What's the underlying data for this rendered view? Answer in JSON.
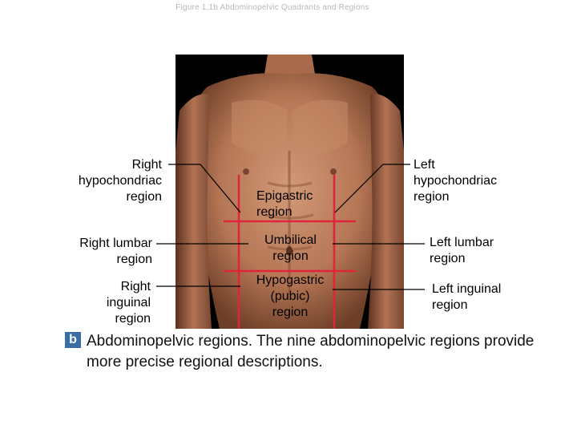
{
  "header": {
    "title": "Figure 1.1b Abdominopelvic Quadrants and Regions"
  },
  "image": {
    "alt": "Anterior view of male torso with abdominopelvic region grid lines"
  },
  "labels": {
    "right_hypochondriac": "Right\nhypochondriac\nregion",
    "right_lumbar": "Right lumbar\nregion",
    "right_inguinal": "Right\ninguinal\nregion",
    "epigastric": "Epigastric\nregion",
    "umbilical": "Umbilical\nregion",
    "hypogastric": "Hypogastric\n(pubic)\nregion",
    "left_hypochondriac": "Left\nhypochondriac\nregion",
    "left_lumbar": "Left lumbar\nregion",
    "left_inguinal": "Left inguinal\nregion"
  },
  "caption": {
    "badge": "b",
    "text": "Abdominopelvic regions. The nine abdominopelvic regions provide more precise regional descriptions."
  },
  "colors": {
    "grid_lines": "#e0243a",
    "badge": "#3a6ea5",
    "leader_lines": "#000000"
  }
}
